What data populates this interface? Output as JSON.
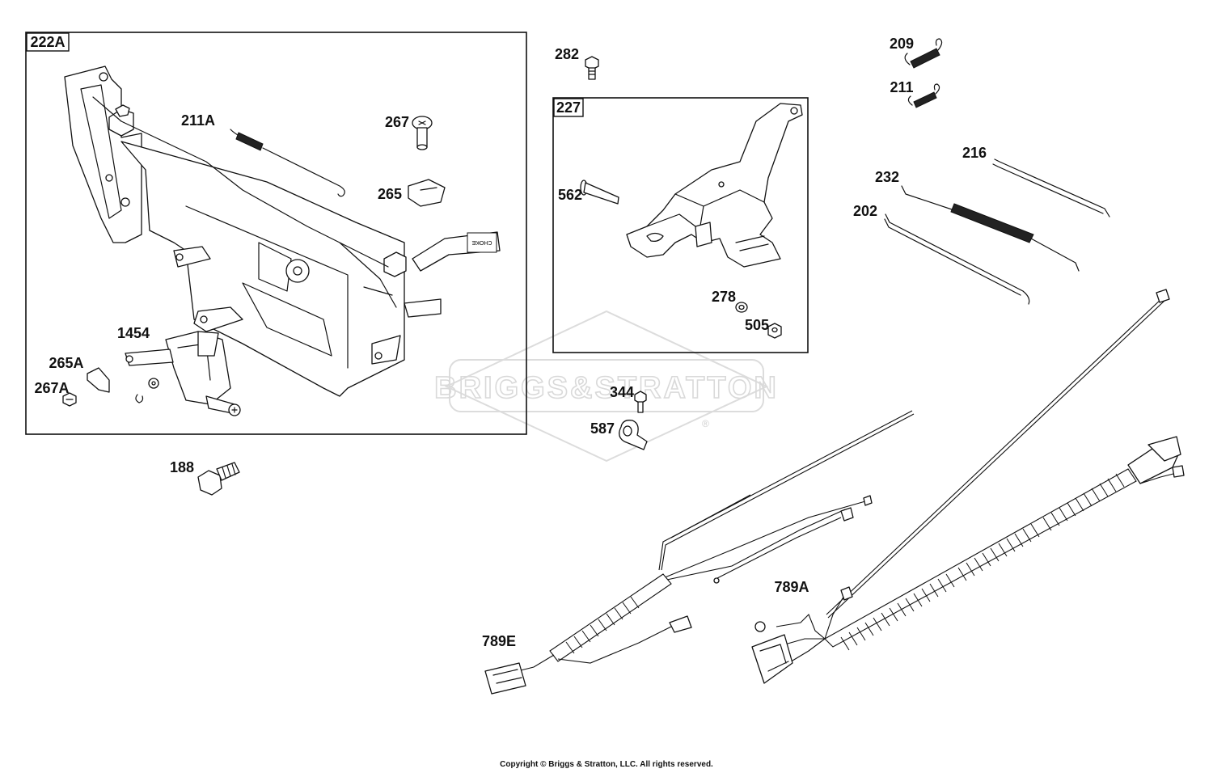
{
  "watermark": {
    "text": "BRIGGS&STRATTON",
    "mark": "®"
  },
  "boxes": {
    "b222A": "222A",
    "b227": "227"
  },
  "labels": {
    "l211A": "211A",
    "l267": "267",
    "l265": "265",
    "l1454": "1454",
    "l265A": "265A",
    "l267A": "267A",
    "l188": "188",
    "l282": "282",
    "l562": "562",
    "l278": "278",
    "l505": "505",
    "l344": "344",
    "l587": "587",
    "l209": "209",
    "l211": "211",
    "l216": "216",
    "l232": "232",
    "l202": "202",
    "l789A": "789A",
    "l789E": "789E"
  },
  "bracket_decal": "CHOKE",
  "copyright": "Copyright © Briggs & Stratton, LLC. All rights reserved."
}
